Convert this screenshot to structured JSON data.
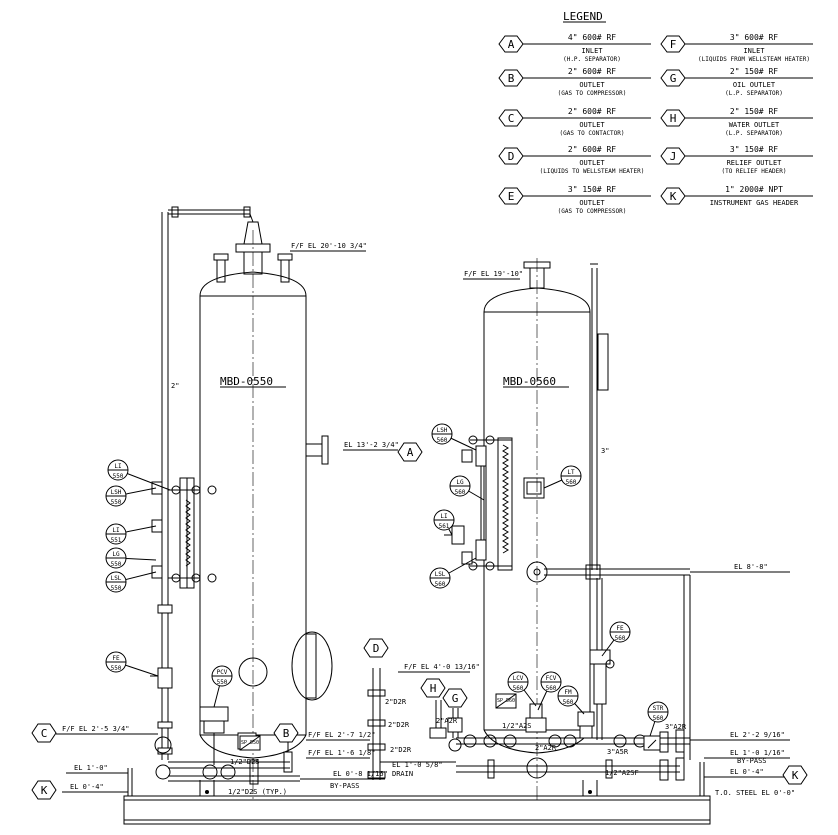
{
  "legend": {
    "title": "LEGEND",
    "items": [
      {
        "letter": "A",
        "size": "4\" 600# RF",
        "desc": "INLET",
        "note": "(H.P. SEPARATOR)"
      },
      {
        "letter": "B",
        "size": "2\" 600# RF",
        "desc": "OUTLET",
        "note": "(GAS TO COMPRESSOR)"
      },
      {
        "letter": "C",
        "size": "2\" 600# RF",
        "desc": "OUTLET",
        "note": "(GAS TO CONTACTOR)"
      },
      {
        "letter": "D",
        "size": "2\" 600# RF",
        "desc": "OUTLET",
        "note": "(LIQUIDS TO WELLSTEAM HEATER)"
      },
      {
        "letter": "E",
        "size": "3\" 150# RF",
        "desc": "OUTLET",
        "note": "(GAS TO COMPRESSOR)"
      },
      {
        "letter": "F",
        "size": "3\" 600# RF",
        "desc": "INLET",
        "note": "(LIQUIDS FROM WELLSTEAM HEATER)"
      },
      {
        "letter": "G",
        "size": "2\" 150# RF",
        "desc": "OIL OUTLET",
        "note": "(L.P. SEPARATOR)"
      },
      {
        "letter": "H",
        "size": "2\" 150# RF",
        "desc": "WATER OUTLET",
        "note": "(L.P. SEPARATOR)"
      },
      {
        "letter": "J",
        "size": "3\" 150# RF",
        "desc": "RELIEF OUTLET",
        "note": "(TO RELIEF HEADER)"
      },
      {
        "letter": "K",
        "size": "1\" 2000# NPT",
        "desc": "INSTRUMENT GAS HEADER",
        "note": ""
      }
    ]
  },
  "vessels": {
    "left": "MBD-0550",
    "right": "MBD-0560"
  },
  "elevations": {
    "left_top": "F/F EL 20'-10 3/4\"",
    "right_top": "F/F EL 19'-10\"",
    "inlet_a": "EL 13'-2 3/4\"",
    "right_header": "EL 8'-8\"",
    "d_outlet": "F/F EL 4'-0 13/16\"",
    "c_outlet": "F/F EL 2'-5 3/4\"",
    "mid_1": "F/F EL 2'-7 1/2\"",
    "mid_2": "F/F EL 1'-6 1/8\"",
    "el_1_0_left": "EL 1'-0\"",
    "el_0_8": "EL 0'-8 1/16\"",
    "el_1_0_drain": "EL 1'-0 5/8\"",
    "el_0_4_left": "EL 0'-4\"",
    "right_2_2": "EL 2'-2 9/16\"",
    "right_1_0": "EL 1'-0 1/16\"",
    "right_0_4": "EL 0'-4\"",
    "to_steel": "T.O. STEEL EL 0'-0\""
  },
  "labels": {
    "bypass_left": "BY-PASS",
    "bypass_right": "BY-PASS",
    "drain": "DRAIN",
    "typ": "1/2\"D2S (TYP.)",
    "two_inch_left": "2\"",
    "three_inch_right": "3\"",
    "d2r_1": "2\"D2R",
    "d2r_2": "2\"D2R",
    "d2r_3": "2\"D2R",
    "a2r_1": "2\"A2R",
    "a2r_2": "2\"A2R",
    "a2r_3": "3\"A2R",
    "a5r": "3\"A5R",
    "a1": "1/2\"A2S",
    "a2sf": "1/2\"A2SF",
    "d2s_small": "1/2\"D2S"
  },
  "instruments": [
    {
      "tag": "LI",
      "num": "550"
    },
    {
      "tag": "LSH",
      "num": "550"
    },
    {
      "tag": "LI",
      "num": "551"
    },
    {
      "tag": "LG",
      "num": "550"
    },
    {
      "tag": "LSL",
      "num": "550"
    },
    {
      "tag": "FE",
      "num": "550"
    },
    {
      "tag": "PCV",
      "num": "550"
    },
    {
      "tag": "LSH",
      "num": "560"
    },
    {
      "tag": "LG",
      "num": "560"
    },
    {
      "tag": "LI",
      "num": "561"
    },
    {
      "tag": "LSL",
      "num": "560"
    },
    {
      "tag": "LT",
      "num": "560"
    },
    {
      "tag": "FE",
      "num": "560"
    },
    {
      "tag": "LCV",
      "num": "560"
    },
    {
      "tag": "FCV",
      "num": "560"
    },
    {
      "tag": "FM",
      "num": "560"
    },
    {
      "tag": "STR",
      "num": "560"
    }
  ],
  "sp_tags": [
    "SP 550",
    "SP 560"
  ]
}
